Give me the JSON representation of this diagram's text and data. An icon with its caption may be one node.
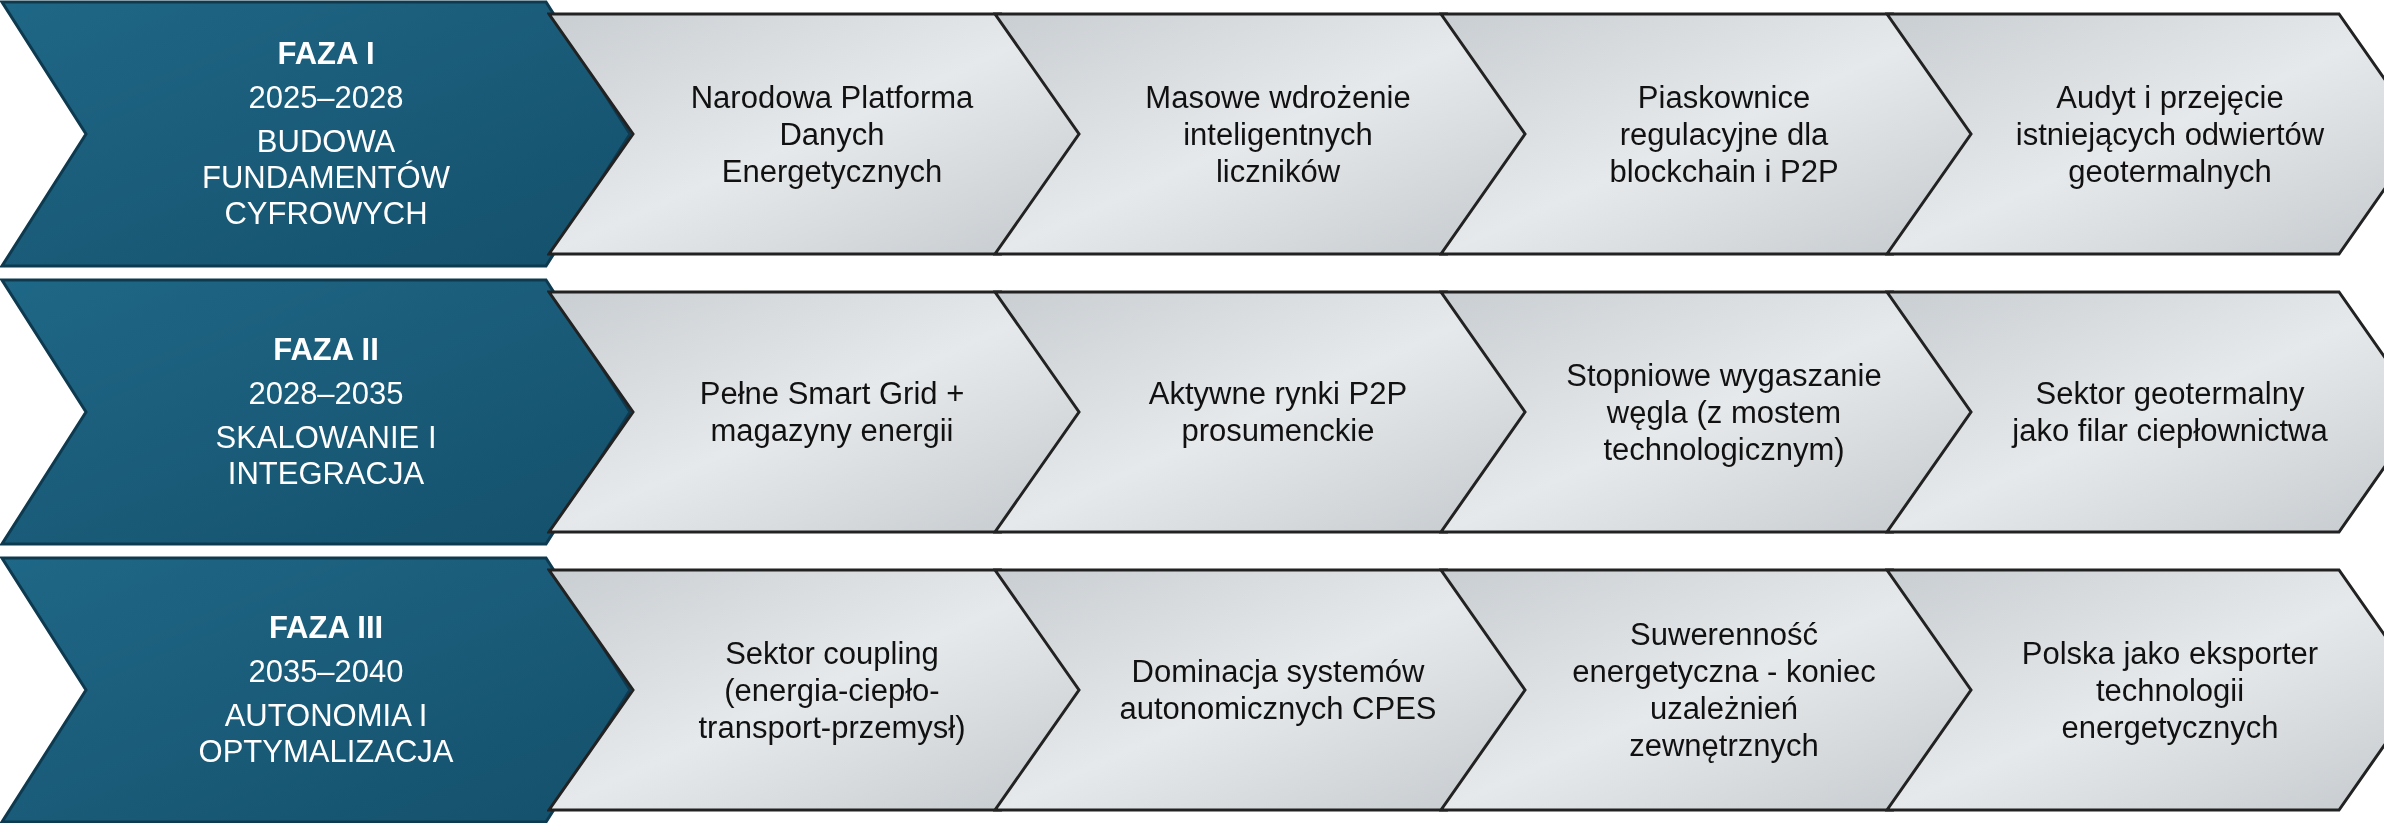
{
  "diagram": {
    "nodes": [
      {
        "text": [
          "FAZA I",
          "2025–2028",
          "BUDOWA FUNDAMENTÓW CYFROWYCH"
        ]
      },
      {
        "text": [
          "Narodowa Platforma Danych Energetycznych"
        ]
      },
      {
        "text": [
          "Masowe wdrożenie inteligentnych liczników"
        ]
      },
      {
        "text": [
          "Piaskownice regulacyjne dla blockchain i P2P"
        ]
      },
      {
        "text": [
          "Audyt i przejęcie istniejących odwiertów geotermalnych"
        ]
      },
      {
        "text": [
          "FAZA II",
          "2028–2035",
          "SKALOWANIE I INTEGRACJA"
        ]
      },
      {
        "text": [
          "Pełne Smart Grid + magazyny energii"
        ]
      },
      {
        "text": [
          "Aktywne rynki P2P prosumenckie"
        ]
      },
      {
        "text": [
          "Stopniowe wygaszanie węgla (z mostem technologicznym)"
        ]
      },
      {
        "text": [
          "Sektor geotermalny jako filar ciepłownictwa"
        ]
      },
      {
        "text": [
          "FAZA III",
          "2035–2040",
          "AUTONOMIA I OPTYMALIZACJA"
        ]
      },
      {
        "text": [
          "Sektor coupling (energia-ciepło-transport-przemysł)"
        ]
      },
      {
        "text": [
          "Dominacja systemów autonomicznych CPES"
        ]
      },
      {
        "text": [
          "Suwerenność energetyczna - koniec uzależnień zewnętrznych"
        ]
      },
      {
        "text": [
          "Polska jako eksporter technologii energetycznych"
        ]
      }
    ]
  }
}
